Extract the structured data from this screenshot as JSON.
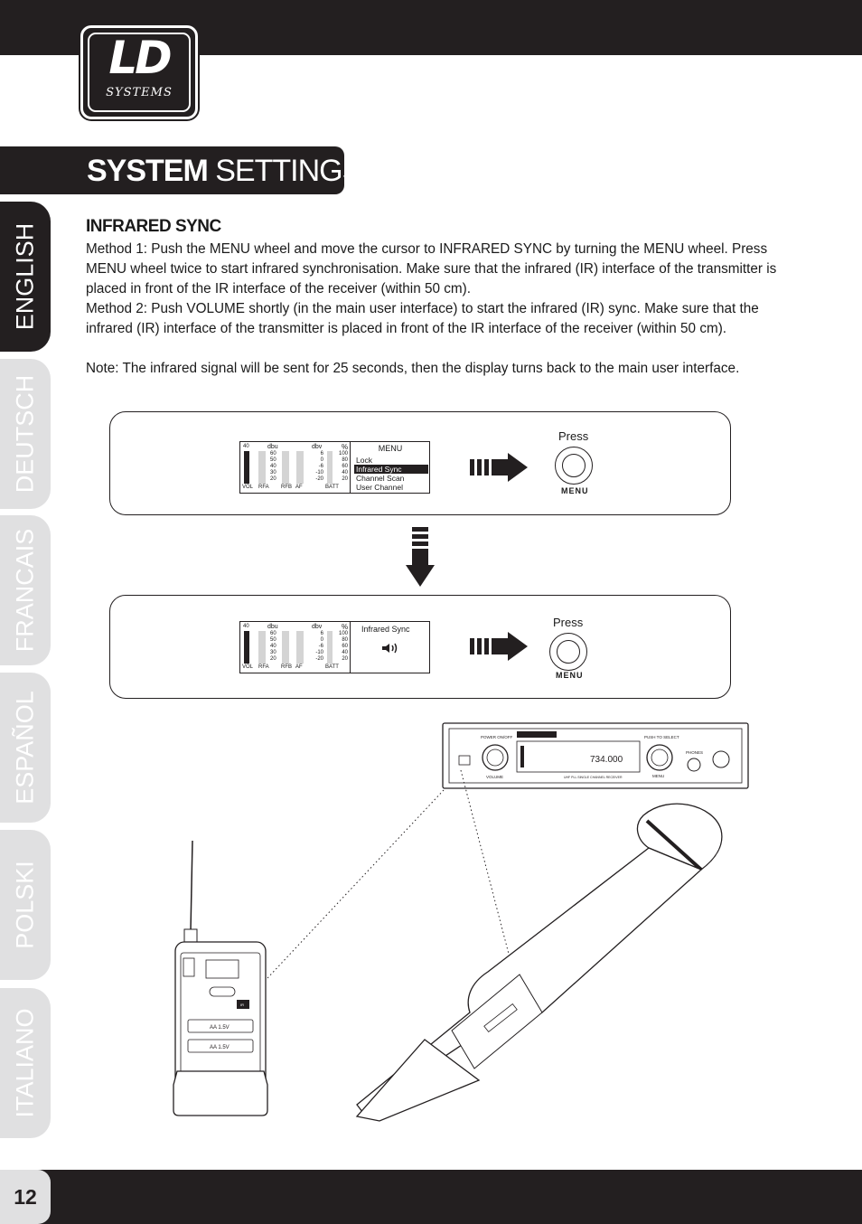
{
  "brand": {
    "logo_main": "LD",
    "logo_sub": "SYSTEMS"
  },
  "header": {
    "title_bold": "SYSTEM",
    "title_light": " SETTINGS:"
  },
  "tabs": [
    {
      "label": "ENGLISH",
      "active": true
    },
    {
      "label": "DEUTSCH",
      "active": false
    },
    {
      "label": "FRANCAIS",
      "active": false
    },
    {
      "label": "ESPAÑOL",
      "active": false
    },
    {
      "label": "POLSKI",
      "active": false
    },
    {
      "label": "ITALIANO",
      "active": false
    }
  ],
  "section": {
    "heading": "INFRARED SYNC",
    "method1": "Method 1: Push the MENU wheel and move the cursor to INFRARED SYNC by turning the MENU wheel. Press MENU wheel twice to start infrared synchronisation. Make sure that the infrared (IR) interface of the transmitter is placed in front of the IR interface of the receiver (within 50 cm).",
    "method2": "Method 2: Push VOLUME shortly (in the main user interface) to start the infrared (IR) sync. Make sure that the infrared (IR) interface of the transmitter is placed in front of the IR interface of the receiver (within 50 cm).",
    "note": "Note: The infrared signal will be sent for 25 seconds, then the display turns back to the main user interface."
  },
  "lcd": {
    "vol_value": "40",
    "dbu_label": "dbu",
    "dbu_ticks": [
      "60",
      "50",
      "40",
      "30",
      "20"
    ],
    "dbv_label": "dbv",
    "dbv_ticks": [
      "6",
      "0",
      "-6",
      "-10",
      "-20"
    ],
    "pct_label": "%",
    "pct_ticks": [
      "100",
      "80",
      "60",
      "40",
      "20"
    ],
    "bottom_labels": {
      "vol": "VOL",
      "rfa": "RFA",
      "rfb": "RFB",
      "af": "AF",
      "batt": "BATT"
    }
  },
  "step1": {
    "menu_title": "MENU",
    "menu_items": [
      "Lock",
      "Infrared Sync",
      "Channel Scan",
      "User Channel"
    ],
    "selected_index": 1,
    "press_label": "Press",
    "knob_label": "MENU"
  },
  "step2": {
    "panel_title": "Infrared Sync",
    "press_label": "Press",
    "knob_label": "MENU"
  },
  "receiver": {
    "power_label": "POWER ON/OFF",
    "volume_label": "VOLUME",
    "push_label": "PUSH TO SELECT",
    "menu_label": "MENU",
    "phones_label": "PHONES",
    "frequency": "734.000",
    "model_text": "UHF PLL SINGLE CHANNEL RECEIVER"
  },
  "bodypack": {
    "ir_label": "IR",
    "battery_1": "AA 1.5V",
    "battery_2": "AA 1.5V"
  },
  "footer": {
    "page_number": "12"
  },
  "colors": {
    "dark": "#231f20",
    "tab_inactive": "#e0e0e1",
    "paper": "#ffffff"
  }
}
